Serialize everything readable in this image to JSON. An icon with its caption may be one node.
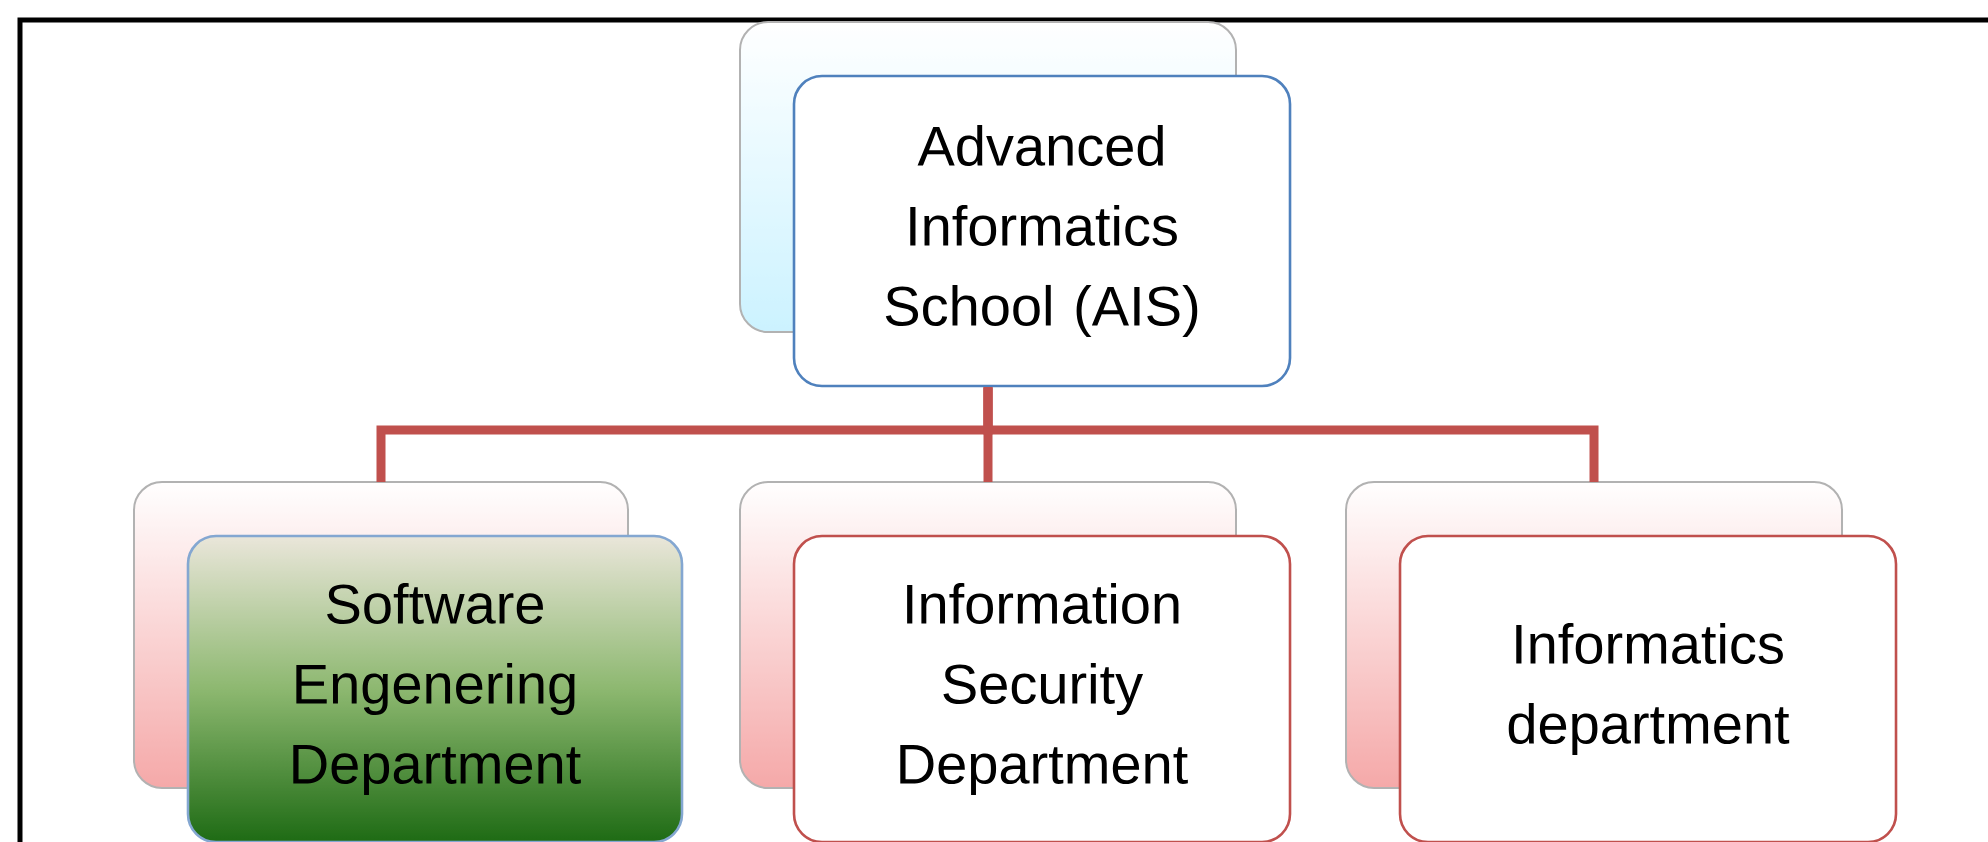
{
  "diagram": {
    "nodes": [
      {
        "text": [
          "Advanced Informatics School (AIS)"
        ]
      },
      {
        "text": [
          "Software Engenering Department"
        ]
      },
      {
        "text": [
          "Information Security Department"
        ]
      },
      {
        "text": [
          "Informatics department"
        ]
      }
    ],
    "edges": [
      {
        "from": 0,
        "to": 1,
        "arrow": "none"
      },
      {
        "from": 0,
        "to": 2,
        "arrow": "none"
      },
      {
        "from": 0,
        "to": 3,
        "arrow": "none"
      }
    ]
  }
}
